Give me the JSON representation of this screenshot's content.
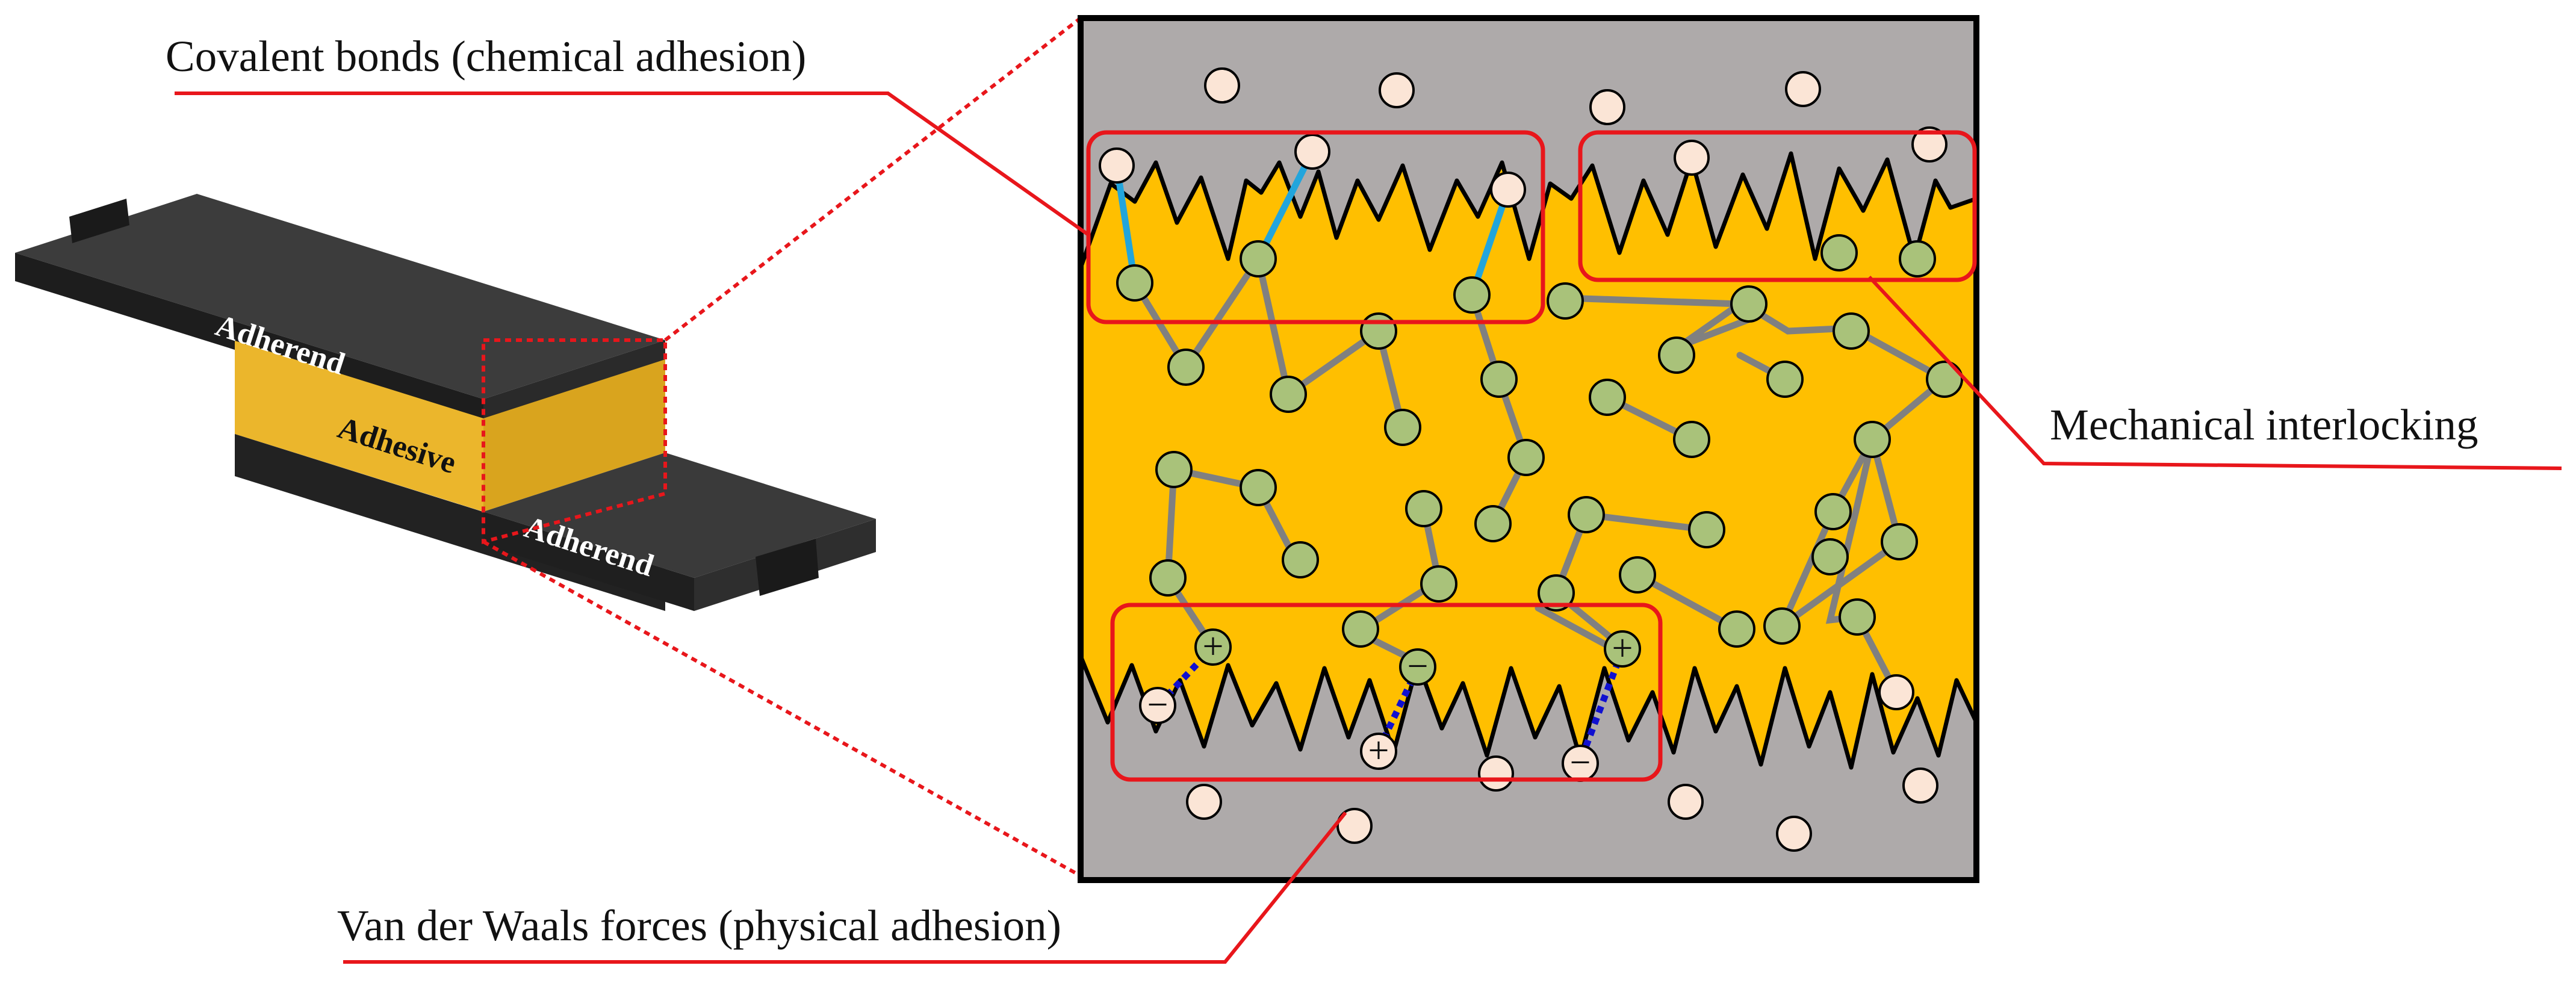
{
  "labels": {
    "covalent": "Covalent bonds (chemical adhesion)",
    "mechanical": "Mechanical interlocking",
    "vdw": "Van der Waals forces (physical adhesion)",
    "adherend_top": "Adherend",
    "adhesive": "Adhesive",
    "adherend_bottom": "Adherend",
    "plus_sign": "+",
    "minus_sign": "−"
  },
  "colors": {
    "adherend": "#262626",
    "adhesive": "#ffbf00",
    "adhesive_joint": "#ebb62c",
    "substrate": "#aeaaaa",
    "molecule": "#a9c27a",
    "surface_particle": "#fbe5d6",
    "covalent_bond": "#22a5dc",
    "vdw_bond": "#1010d0",
    "callout_line": "#e8161b",
    "polymer_chain": "#808080"
  },
  "icons": [
    "magnifier-dotted-lines",
    "positive-charge",
    "negative-charge"
  ]
}
